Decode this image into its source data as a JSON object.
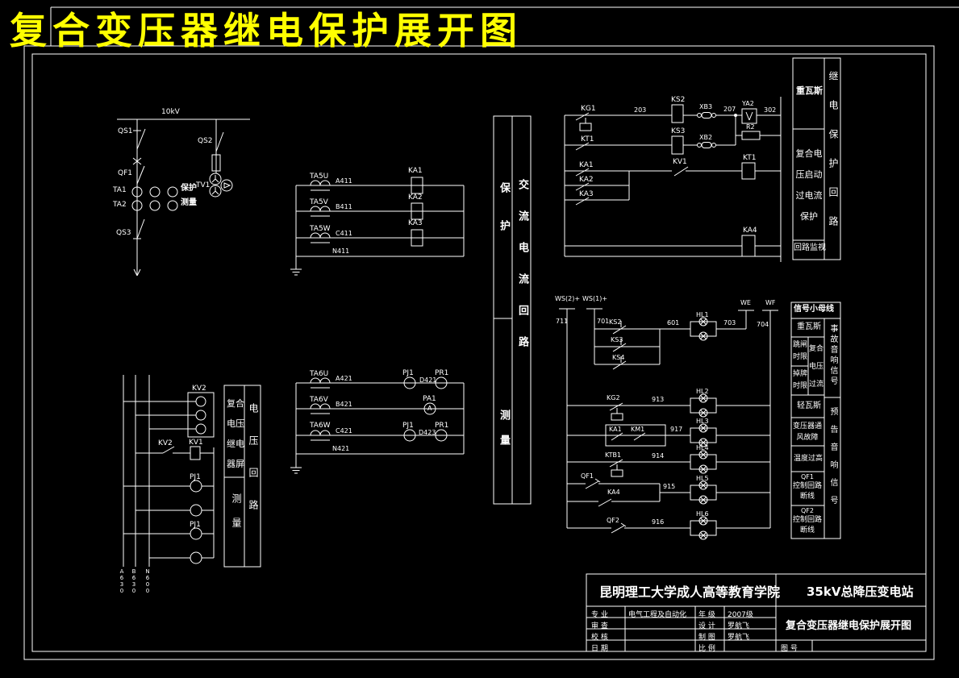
{
  "title": "复合变压器继电保护展开图",
  "colors": {
    "background": "#000000",
    "line": "#ffffff",
    "title": "#ffff00"
  },
  "sld": {
    "bus": "10kV",
    "qs1": "QS1",
    "qf1": "QF1",
    "ta1": "TA1",
    "ta2": "TA2",
    "qs3": "QS3",
    "qs2": "QS2",
    "tv1": "TV1",
    "protect": "保护",
    "measure": "测量"
  },
  "ct1": {
    "ta": [
      "TA5U",
      "TA5V",
      "TA5W"
    ],
    "wires": [
      "A411",
      "B411",
      "C411",
      "N411"
    ],
    "relays": [
      "KA1",
      "KA2",
      "KA3"
    ]
  },
  "ct2": {
    "ta": [
      "TA6U",
      "TA6V",
      "TA6W"
    ],
    "wires": [
      "A421",
      "B421",
      "C421",
      "N421"
    ],
    "pj1": "PJ1",
    "pr1": "PR1",
    "d1": "D421",
    "pa1": "PA1",
    "pa_glyph": "A",
    "pj2": "PJ1",
    "pr2": "PR1",
    "d2": "D423"
  },
  "strip": {
    "protect": "保护",
    "measure": "测量",
    "ac": "交流电流回路"
  },
  "vc": {
    "kv2box": "KV2",
    "kv2": "KV2",
    "kv1": "KV1",
    "pj_top": "PJ1",
    "pj_bot": "PJ1",
    "bus": [
      "A630",
      "B630",
      "N600"
    ],
    "panel_top": "复合电压继电器屏",
    "panel_bottom": "测量",
    "panel_side": "电压回路"
  },
  "trip": {
    "kg1": "KG1",
    "w203": "203",
    "ks2": "KS2",
    "xb3": "XB3",
    "n207": "207",
    "ya2": "YA2",
    "w302": "302",
    "r2": "R2",
    "kt1c": "KT1",
    "ks3": "KS3",
    "xb2": "XB2",
    "ka1": "KA1",
    "ka2": "KA2",
    "ka3": "KA3",
    "kv1": "KV1",
    "kt1": "KT1",
    "ka4": "KA4"
  },
  "pp": {
    "r1": "重瓦斯",
    "r2": "复合电压启动过电流保护",
    "r3": "回路监视",
    "side": "继电保护回路"
  },
  "sig": {
    "ws2": "WS(2)+",
    "ws1": "WS(1)+",
    "w711": "711",
    "w701": "701",
    "ks2": "KS2",
    "ks3": "KS3",
    "ks4": "KS4",
    "w601": "601",
    "hl1": "HL1",
    "w703": "703",
    "we": "WE",
    "wf": "WF",
    "w704": "704",
    "kg2": "KG2",
    "w913": "913",
    "hl2": "HL2",
    "ka1": "KA1",
    "km1": "KM1",
    "w917": "917",
    "hl3": "HL3",
    "ktb1": "KTB1",
    "w914": "914",
    "hl4": "HL4",
    "qf1": "QF1",
    "ka4": "KA4",
    "w915": "915",
    "hl5": "HL5",
    "qf2": "QF2",
    "w916": "916",
    "hl6": "HL6"
  },
  "sp": {
    "header": "信号小母线",
    "r1": "重瓦斯",
    "s1": "跳闸时限",
    "s2": "掉牌时限",
    "s3": "复合电压过流",
    "r2": "轻瓦斯",
    "r3": "变压器通风故障",
    "r4": "温度过高",
    "r5a": "QF1",
    "r5b": "控制回路断线",
    "r6a": "QF2",
    "r6b": "控制回路断线",
    "side1": "事故音响信号",
    "side2": "预告音响信号"
  },
  "tb": {
    "school": "昆明理工大学成人高等教育学院",
    "station": "35kV总降压变电站",
    "name": "复合变压器继电保护展开图",
    "figno": "图 号",
    "f": [
      {
        "l": "专 业",
        "v": "电气工程及自动化"
      },
      {
        "l": "年 级",
        "v": "2007级"
      },
      {
        "l": "审 查",
        "v": ""
      },
      {
        "l": "设 计",
        "v": "罗航飞"
      },
      {
        "l": "校 核",
        "v": ""
      },
      {
        "l": "制 图",
        "v": "罗航飞"
      },
      {
        "l": "日 期",
        "v": ""
      },
      {
        "l": "比 例",
        "v": ""
      }
    ]
  }
}
